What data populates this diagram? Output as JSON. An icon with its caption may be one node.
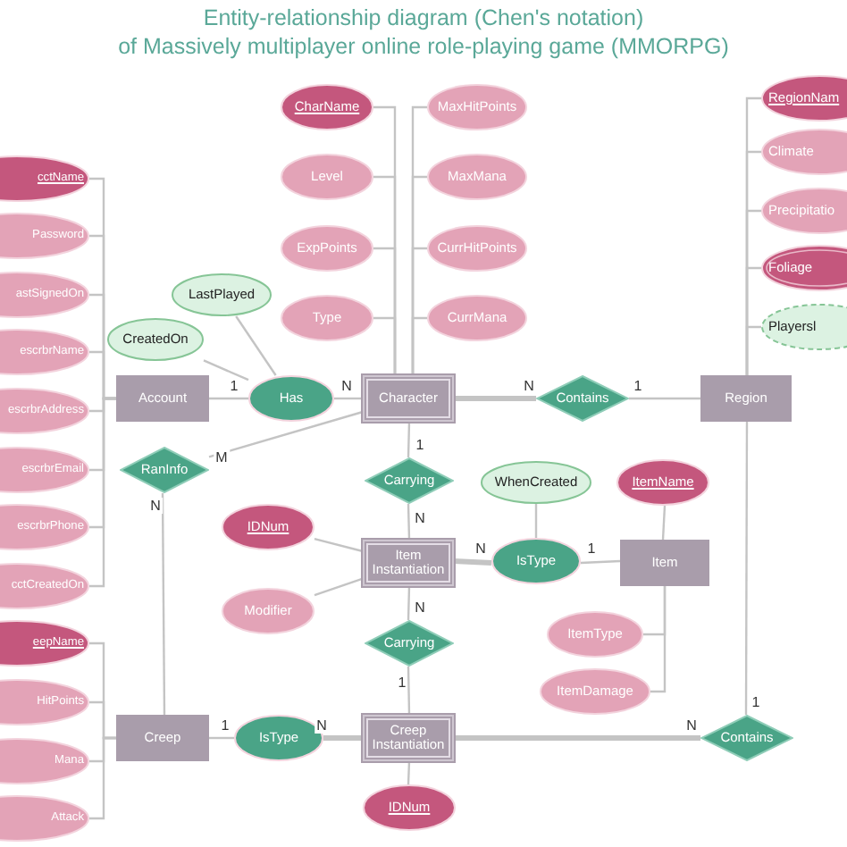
{
  "diagram": {
    "title": "Entity-relationship diagram (Chen's notation)",
    "nodes": [
      {
        "text": [
          "CharName"
        ]
      },
      {
        "text": [
          "MaxHitPoints"
        ]
      },
      {
        "text": [
          "Level"
        ]
      },
      {
        "text": [
          "MaxMana"
        ]
      },
      {
        "text": [
          "ExpPoints"
        ]
      },
      {
        "text": [
          "CurrHitPoints"
        ]
      },
      {
        "text": [
          "Type"
        ]
      },
      {
        "text": [
          "CurrMana"
        ]
      },
      {
        "text": [
          "RegionNam"
        ]
      },
      {
        "text": [
          "Climate"
        ]
      },
      {
        "text": [
          "Precipitatio"
        ]
      },
      {
        "text": [
          "Foliage"
        ]
      },
      {
        "text": [
          "Playersl"
        ]
      },
      {
        "text": [
          "cctName"
        ]
      },
      {
        "text": [
          "Password"
        ]
      },
      {
        "text": [
          "astSignedOn"
        ]
      },
      {
        "text": [
          "escrbrName"
        ]
      },
      {
        "text": [
          "escrbrAddress"
        ]
      },
      {
        "text": [
          "escrbrEmail"
        ]
      },
      {
        "text": [
          "escrbrPhone"
        ]
      },
      {
        "text": [
          "cctCreatedOn"
        ]
      },
      {
        "text": [
          "LastPlayed"
        ]
      },
      {
        "text": [
          "CreatedOn"
        ]
      },
      {
        "text": [
          "Account"
        ]
      },
      {
        "text": [
          "Has"
        ]
      },
      {
        "text": [
          "Character"
        ]
      },
      {
        "text": [
          "Contains"
        ]
      },
      {
        "text": [
          "Region"
        ]
      },
      {
        "text": [
          "RanInfo"
        ]
      },
      {
        "text": [
          "Carrying"
        ]
      },
      {
        "text": [
          "WhenCreated"
        ]
      },
      {
        "text": [
          "ItemName"
        ]
      },
      {
        "text": [
          "IDNum"
        ]
      },
      {
        "text": [
          "Item Instantiation"
        ]
      },
      {
        "text": [
          "IsType"
        ]
      },
      {
        "text": [
          "Item"
        ]
      },
      {
        "text": [
          "Modifier"
        ]
      },
      {
        "text": [
          "Carrying"
        ]
      },
      {
        "text": [
          "ItemType"
        ]
      },
      {
        "text": [
          "eepName"
        ]
      },
      {
        "text": [
          "ItemDamage"
        ]
      },
      {
        "text": [
          "HitPoints"
        ]
      },
      {
        "text": [
          "Mana"
        ]
      },
      {
        "text": [
          "Creep"
        ]
      },
      {
        "text": [
          "IsType"
        ]
      },
      {
        "text": [
          "Creep Instantiation"
        ]
      },
      {
        "text": [
          "Contains"
        ]
      },
      {
        "text": [
          "Attack"
        ]
      },
      {
        "text": [
          "IDNum"
        ]
      }
    ],
    "edges": [
      {
        "from": 0,
        "to": 25,
        "arrow": "none"
      },
      {
        "from": 1,
        "to": 25,
        "arrow": "none"
      },
      {
        "from": 2,
        "to": 25,
        "arrow": "none"
      },
      {
        "from": 3,
        "to": 25,
        "arrow": "none"
      },
      {
        "from": 4,
        "to": 25,
        "arrow": "none"
      },
      {
        "from": 5,
        "to": 25,
        "arrow": "none"
      },
      {
        "from": 6,
        "to": 25,
        "arrow": "none"
      },
      {
        "from": 7,
        "to": 25,
        "arrow": "none"
      },
      {
        "from": 8,
        "to": 27,
        "arrow": "none"
      },
      {
        "from": 9,
        "to": 27,
        "arrow": "none"
      },
      {
        "from": 10,
        "to": 27,
        "arrow": "none"
      },
      {
        "from": 11,
        "to": 27,
        "arrow": "none"
      },
      {
        "from": 12,
        "to": 27,
        "arrow": "none"
      },
      {
        "from": 13,
        "to": 23,
        "arrow": "none"
      },
      {
        "from": 14,
        "to": 23,
        "arrow": "none"
      },
      {
        "from": 15,
        "to": 23,
        "arrow": "none"
      },
      {
        "from": 16,
        "to": 23,
        "arrow": "none"
      },
      {
        "from": 17,
        "to": 23,
        "arrow": "none"
      },
      {
        "from": 18,
        "to": 23,
        "arrow": "none"
      },
      {
        "from": 19,
        "to": 23,
        "arrow": "none"
      },
      {
        "from": 20,
        "to": 23,
        "arrow": "none"
      },
      {
        "from": 21,
        "to": 24,
        "arrow": "none"
      },
      {
        "from": 22,
        "to": 24,
        "arrow": "none"
      },
      {
        "from": 30,
        "to": 34,
        "arrow": "none"
      },
      {
        "from": 31,
        "to": 35,
        "arrow": "none"
      },
      {
        "from": 32,
        "to": 33,
        "arrow": "none"
      },
      {
        "from": 36,
        "to": 33,
        "arrow": "none"
      },
      {
        "from": 38,
        "to": 35,
        "arrow": "none"
      },
      {
        "from": 40,
        "to": 35,
        "arrow": "none"
      },
      {
        "from": 39,
        "to": 43,
        "arrow": "none"
      },
      {
        "from": 41,
        "to": 43,
        "arrow": "none"
      },
      {
        "from": 42,
        "to": 43,
        "arrow": "none"
      },
      {
        "from": 47,
        "to": 43,
        "arrow": "none"
      },
      {
        "from": 48,
        "to": 45,
        "arrow": "none"
      },
      {
        "from": 23,
        "to": 24,
        "arrow": "none",
        "label": "1"
      },
      {
        "from": 24,
        "to": 25,
        "arrow": "none",
        "label": "N"
      },
      {
        "from": 25,
        "to": 26,
        "arrow": "none",
        "label": "N",
        "style": "thick"
      },
      {
        "from": 26,
        "to": 27,
        "arrow": "none",
        "label": "1"
      },
      {
        "from": 28,
        "to": 25,
        "arrow": "none",
        "label": "M"
      },
      {
        "from": 28,
        "to": 43,
        "arrow": "none",
        "label": "N"
      },
      {
        "from": 25,
        "to": 29,
        "arrow": "none",
        "label": "1"
      },
      {
        "from": 29,
        "to": 33,
        "arrow": "none",
        "label": "N"
      },
      {
        "from": 33,
        "to": 34,
        "arrow": "none",
        "label": "N",
        "style": "thick"
      },
      {
        "from": 34,
        "to": 35,
        "arrow": "none",
        "label": "1"
      },
      {
        "from": 33,
        "to": 37,
        "arrow": "none",
        "label": "N"
      },
      {
        "from": 37,
        "to": 45,
        "arrow": "none",
        "label": "1"
      },
      {
        "from": 43,
        "to": 44,
        "arrow": "none",
        "label": "1"
      },
      {
        "from": 44,
        "to": 45,
        "arrow": "none",
        "label": "N",
        "style": "thick"
      },
      {
        "from": 45,
        "to": 46,
        "arrow": "none",
        "label": "N",
        "style": "thick"
      },
      {
        "from": 46,
        "to": 27,
        "arrow": "none",
        "label": "1"
      }
    ],
    "labels": [
      "of Massively multiplayer online role-playing game (MMORPG)"
    ]
  }
}
